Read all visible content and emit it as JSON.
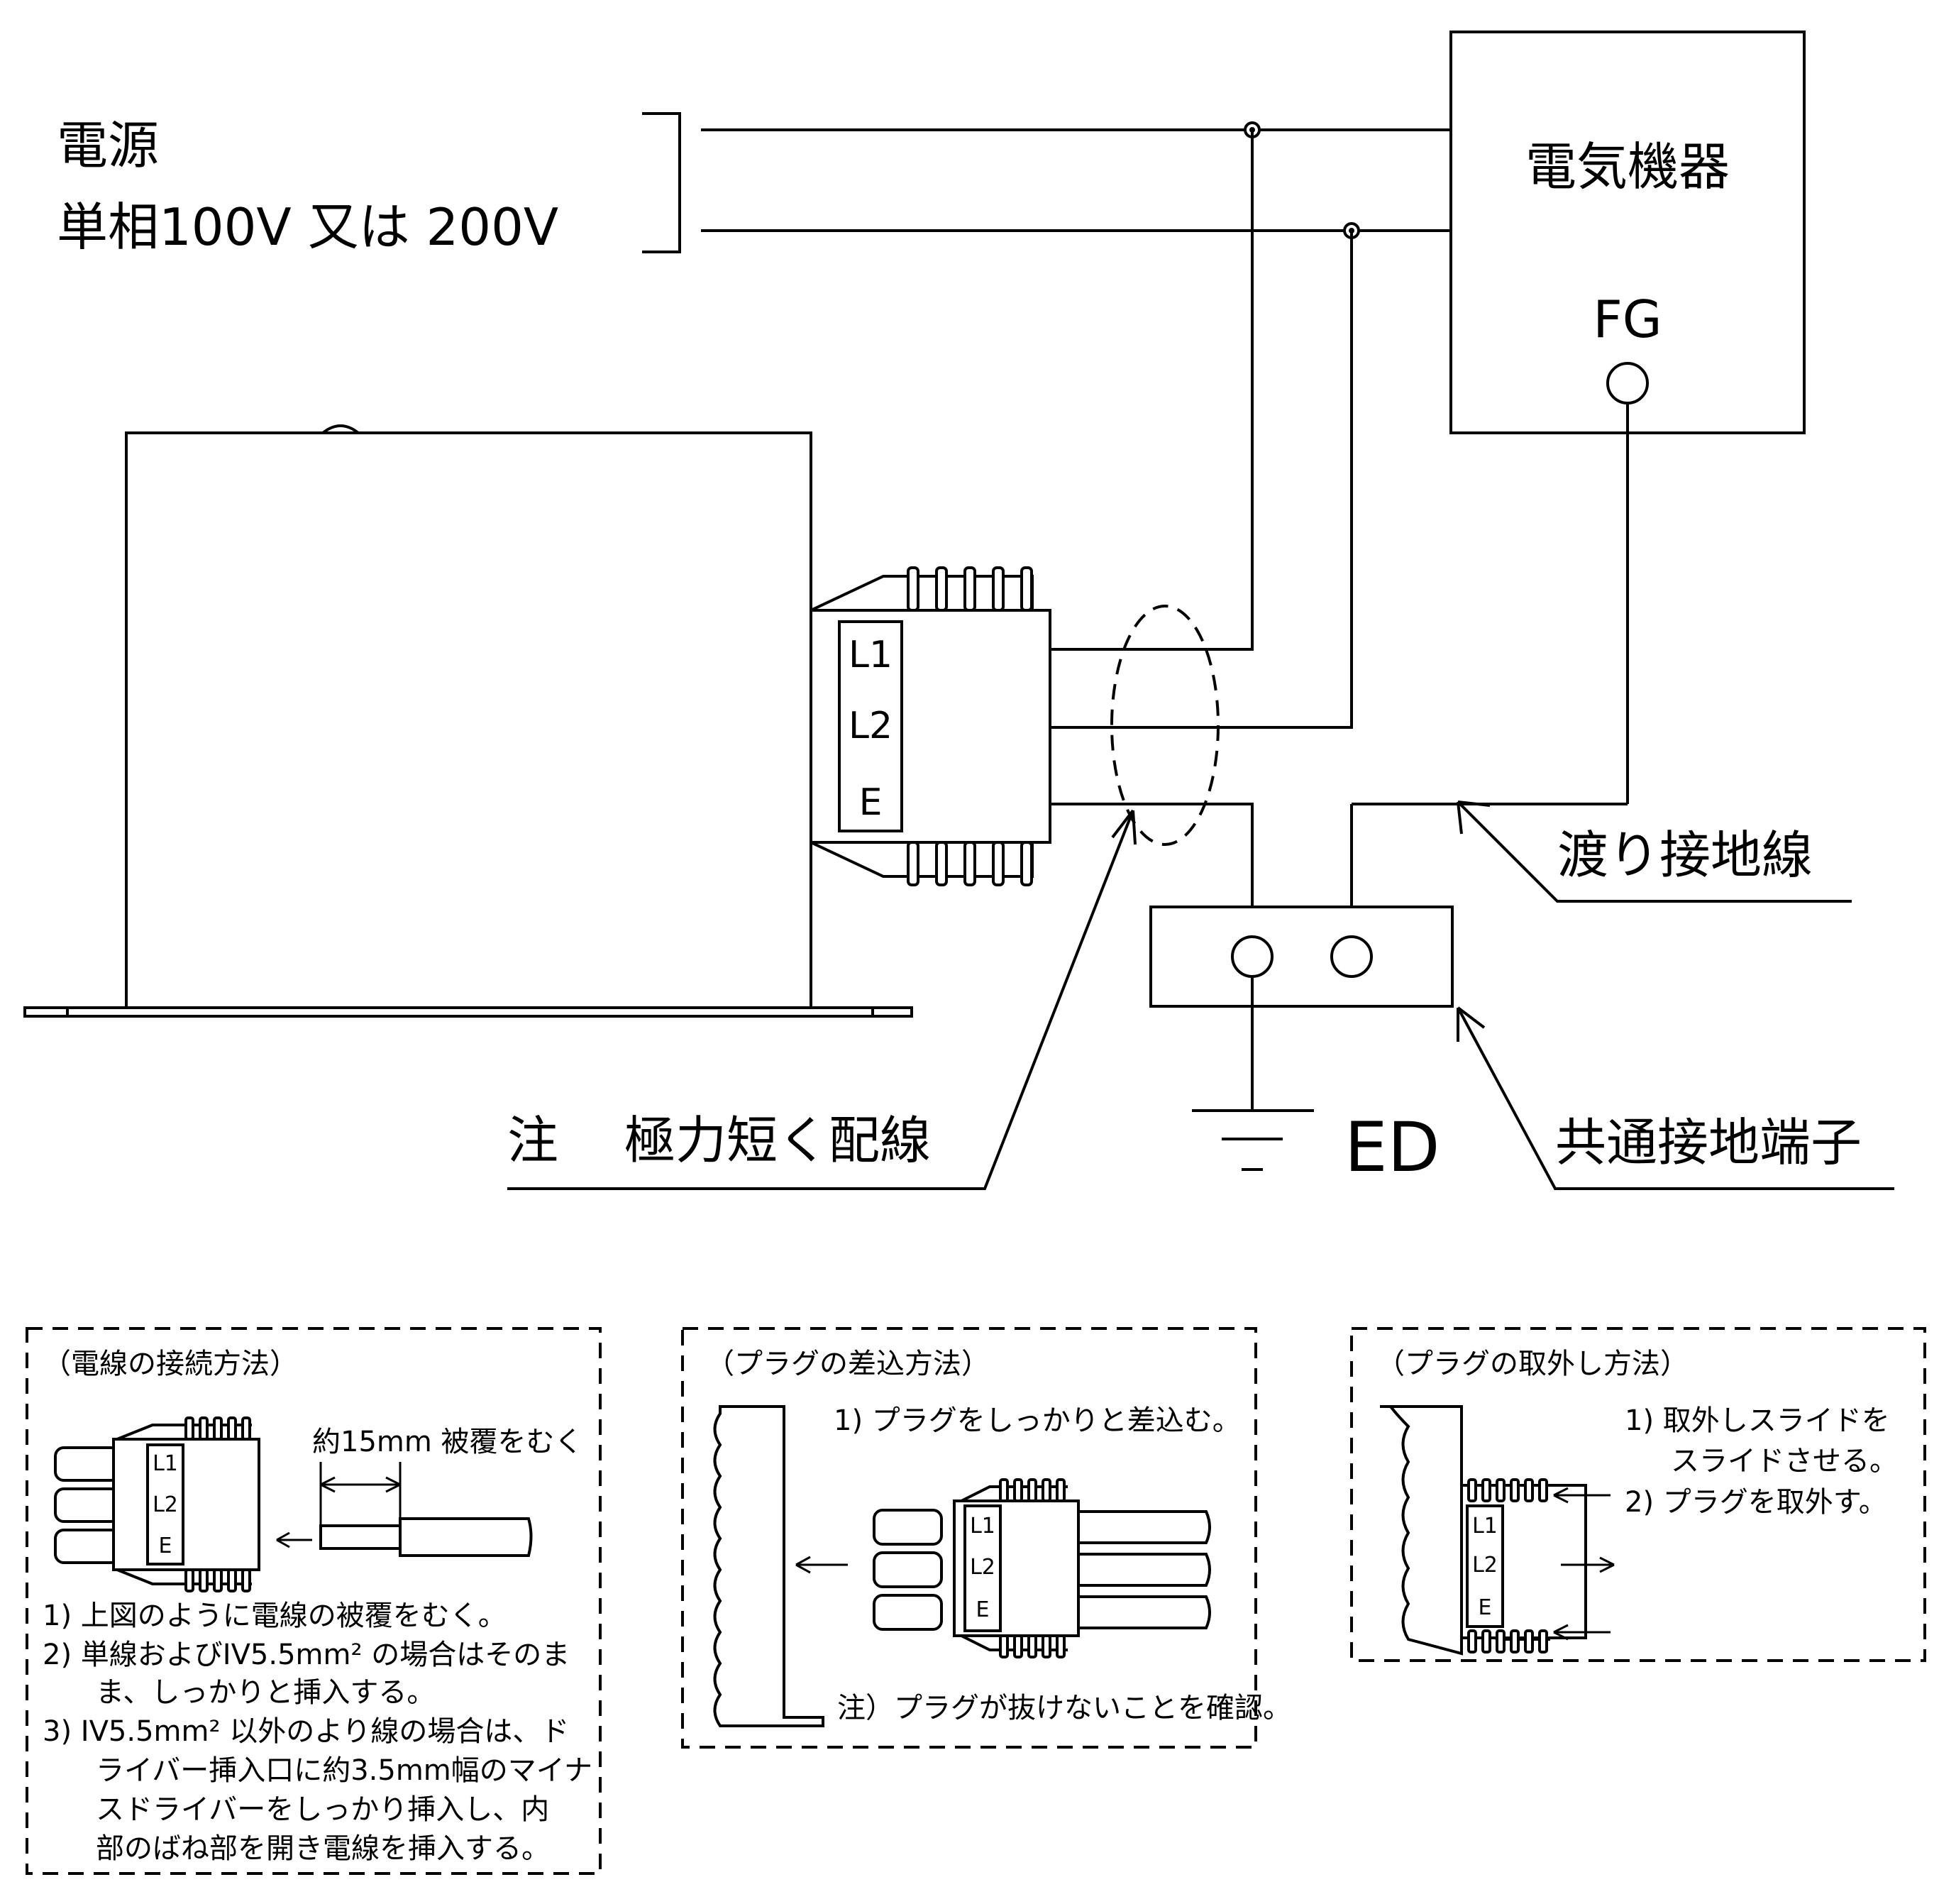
{
  "power_source": {
    "line1": "電源",
    "line2": "単相100V 又は 200V"
  },
  "equipment": {
    "title": "電気機器",
    "terminal": "FG"
  },
  "connector_labels": [
    "L1",
    "L2",
    "E"
  ],
  "callouts": {
    "jumper_ground_wire": "渡り接地線",
    "common_ground_terminal": "共通接地端子",
    "ground_symbol_label": "ED",
    "wiring_note_prefix": "注",
    "wiring_note": "極力短く配線"
  },
  "panel_wire_connection": {
    "title": "（電線の接続方法）",
    "dimension": "約15mm 被覆をむく",
    "steps": [
      "1) 上図のように電線の被覆をむく。",
      "2) 単線およびIV5.5mm² の場合はそのま",
      "ま、しっかりと挿入する。",
      "3) IV5.5mm² 以外のより線の場合は、ド",
      "ライバー挿入口に約3.5mm幅のマイナ",
      "スドライバーをしっかり挿入し、内",
      "部のばね部を開き電線を挿入する。"
    ]
  },
  "panel_plug_insert": {
    "title": "（プラグの差込方法）",
    "step1": "1) プラグをしっかりと差込む。",
    "note": "注）プラグが抜けないことを確認。"
  },
  "panel_plug_remove": {
    "title": "（プラグの取外し方法）",
    "steps": [
      "1) 取外しスライドを",
      "スライドさせる。",
      "2) プラグを取外す。"
    ]
  }
}
